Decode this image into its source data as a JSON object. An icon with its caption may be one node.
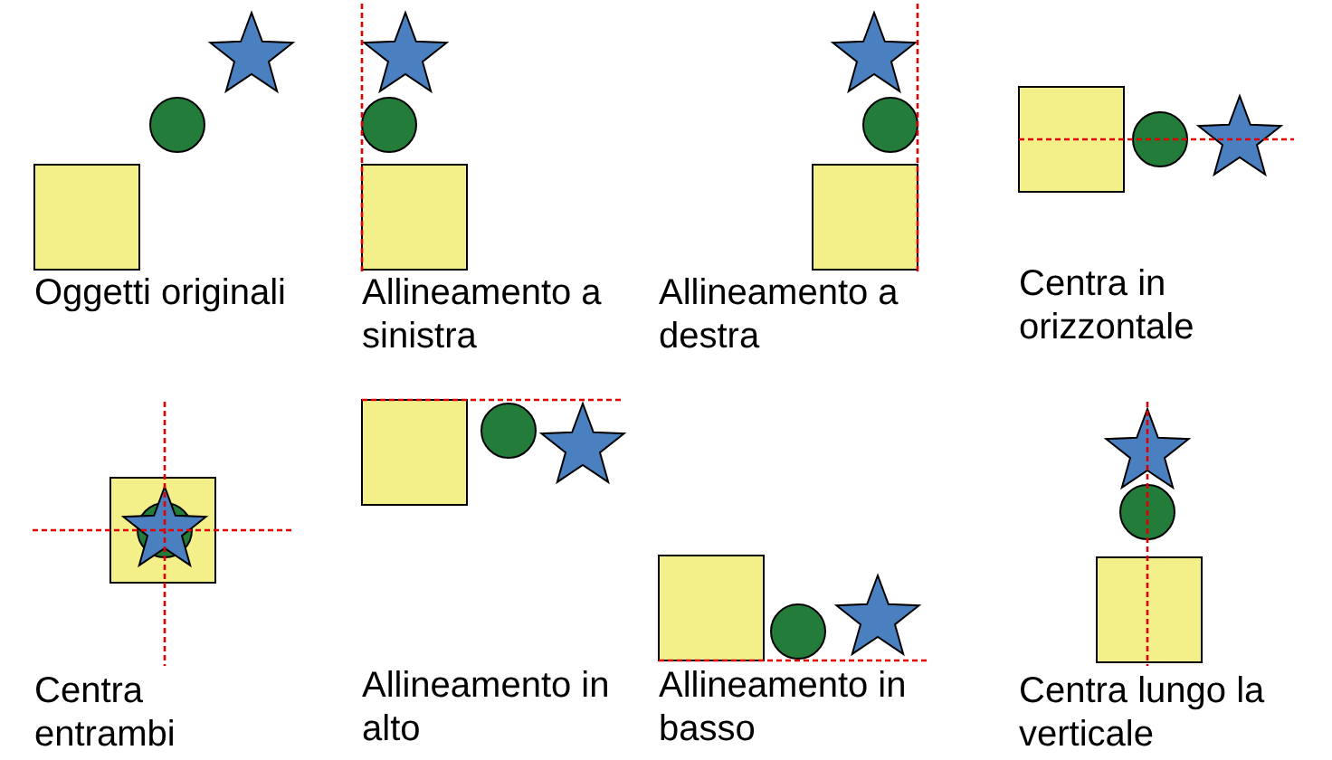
{
  "diagram": {
    "labels": [
      "Oggetti originali",
      "Allineamento a sinistra",
      "Allineamento a destra",
      "Centra in orizzontale",
      "Centra entrambi",
      "Allineamento in alto",
      "Allineamento in basso",
      "Centra lungo la verticale"
    ]
  }
}
